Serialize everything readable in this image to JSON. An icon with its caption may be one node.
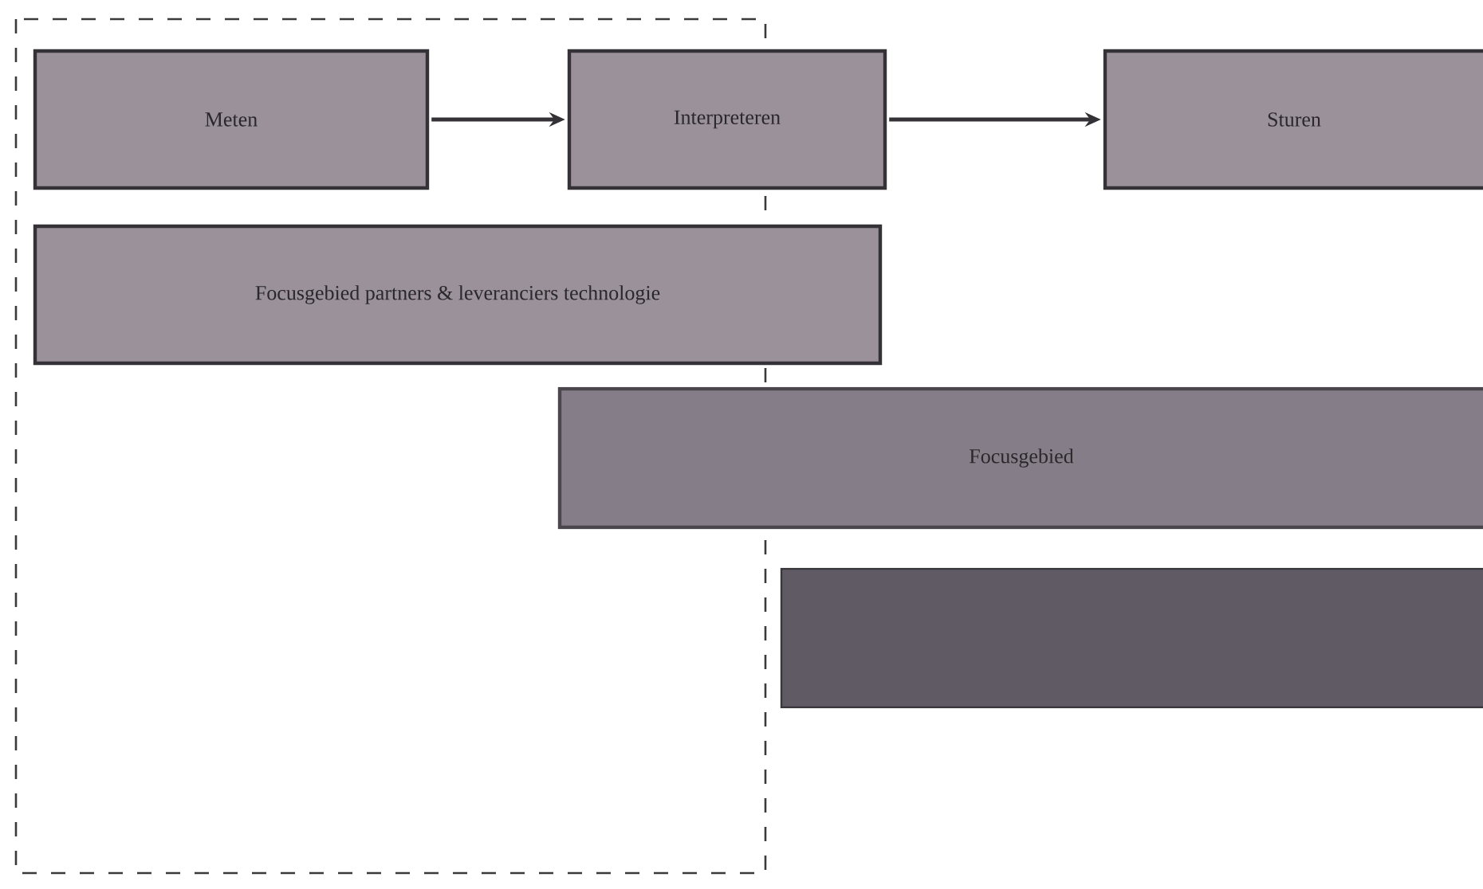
{
  "diagram": {
    "nodes": [
      {
        "text": [
          "Meten"
        ]
      },
      {
        "text": [
          "Interpreteren"
        ]
      },
      {
        "text": [
          "Sturen"
        ]
      },
      {
        "text": [
          "Focusgebied partners & leveranciers technologie"
        ]
      },
      {
        "text": [
          "Focusgebied"
        ]
      },
      {
        "text": [],
        "shape": "bar"
      }
    ],
    "edges": [
      {
        "from": 0,
        "to": 1,
        "arrow": "to"
      },
      {
        "from": 1,
        "to": 2,
        "arrow": "to"
      }
    ]
  }
}
